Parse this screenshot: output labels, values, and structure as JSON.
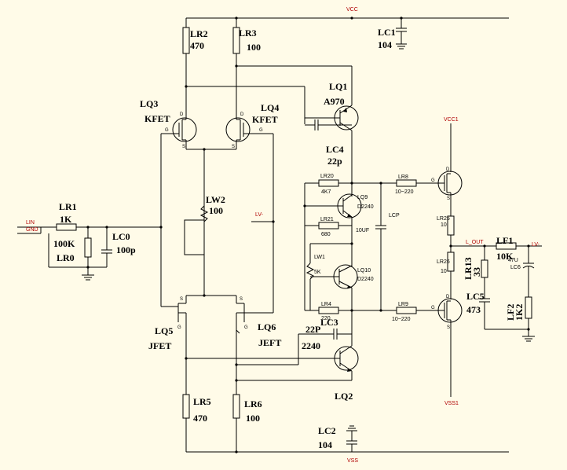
{
  "rails": {
    "vcc": "VCC",
    "vss": "VSS",
    "vcc1": "VCC1",
    "vss1": "VSS1"
  },
  "io": {
    "lin": "LIN",
    "gnd": "GND",
    "l_out": "L_OUT",
    "lv_mid": "LV-",
    "lv_out": "LV-"
  },
  "components": {
    "lr1": {
      "ref": "LR1",
      "value": "1K"
    },
    "lr0": {
      "ref": "LR0",
      "value": "100K"
    },
    "lc0": {
      "ref": "LC0",
      "value": "100p"
    },
    "lr2": {
      "ref": "LR2",
      "value": "470"
    },
    "lr3": {
      "ref": "LR3",
      "value": "100"
    },
    "lc1": {
      "ref": "LC1",
      "value": "104"
    },
    "lq3": {
      "ref": "LQ3",
      "type": "KFET"
    },
    "lq4": {
      "ref": "LQ4",
      "type": "KFET"
    },
    "lw2": {
      "ref": "LW2",
      "value": "100"
    },
    "lq1": {
      "ref": "LQ1",
      "type": "A970"
    },
    "lc4": {
      "ref": "LC4",
      "value": "22p"
    },
    "lr20": {
      "ref": "LR20",
      "value": "4K7"
    },
    "lq9": {
      "ref": "LQ9",
      "type": "D2240"
    },
    "lr21": {
      "ref": "LR21",
      "value": "680"
    },
    "lcp": {
      "ref": "LCP",
      "value": "10UF"
    },
    "lw1": {
      "ref": "LW1",
      "value": "5K"
    },
    "lq10": {
      "ref": "LQ10",
      "type": "D2240"
    },
    "lr4": {
      "ref": "LR4",
      "value": "220"
    },
    "lr8": {
      "ref": "LR8",
      "value": "10~220"
    },
    "lr9": {
      "ref": "LR9",
      "value": "10~220"
    },
    "lr25": {
      "ref": "LR25",
      "value": "10"
    },
    "lr26": {
      "ref": "LR26",
      "value": "10"
    },
    "lr13": {
      "ref": "LR13",
      "value": "33"
    },
    "lf1": {
      "ref": "LF1",
      "value": "10K"
    },
    "lc6": {
      "ref": "LC6",
      "value": "47U"
    },
    "lc5": {
      "ref": "LC5",
      "value": "473"
    },
    "lf2": {
      "ref": "LF2",
      "value": "1K2"
    },
    "lq5": {
      "ref": "LQ5",
      "type": "JFET"
    },
    "lq6": {
      "ref": "LQ6",
      "type": "JEFT"
    },
    "lc3": {
      "ref": "LC3",
      "value": "22P"
    },
    "lq2": {
      "ref": "LQ2",
      "type": "2240"
    },
    "lr5": {
      "ref": "LR5",
      "value": "470"
    },
    "lr6": {
      "ref": "LR6",
      "value": "100"
    },
    "lc2": {
      "ref": "LC2",
      "value": "104"
    }
  },
  "pins": {
    "d": "D",
    "g": "G",
    "s": "S"
  }
}
